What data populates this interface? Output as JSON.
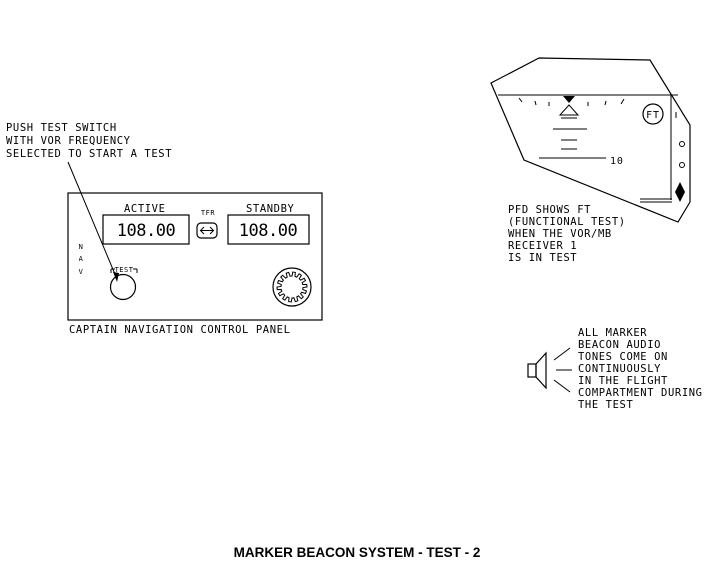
{
  "title": "MARKER BEACON SYSTEM - TEST - 2",
  "callout_test_switch": [
    "PUSH TEST SWITCH",
    "WITH VOR FREQUENCY",
    "SELECTED TO START A TEST"
  ],
  "panel": {
    "caption": "CAPTAIN NAVIGATION CONTROL PANEL",
    "active_label": "ACTIVE",
    "standby_label": "STANDBY",
    "active_freq": "108.00",
    "standby_freq": "108.00",
    "tfr_label": "TFR",
    "nav_label": [
      "N",
      "A",
      "V"
    ],
    "test_label": "TEST"
  },
  "pfd": {
    "ft_label": "FT",
    "pitch_mark": "10",
    "callout": [
      "PFD SHOWS FT",
      "(FUNCTIONAL TEST)",
      "WHEN THE VOR/MB",
      "RECEIVER 1",
      "IS IN TEST"
    ]
  },
  "audio_callout": [
    "ALL MARKER",
    "BEACON AUDIO",
    "TONES COME ON",
    "CONTINUOUSLY",
    "IN THE FLIGHT",
    "COMPARTMENT DURING",
    "THE TEST"
  ],
  "icons": {
    "speaker": "speaker-icon",
    "transfer": "double-arrow-icon",
    "knob": "rotary-knob-icon"
  }
}
